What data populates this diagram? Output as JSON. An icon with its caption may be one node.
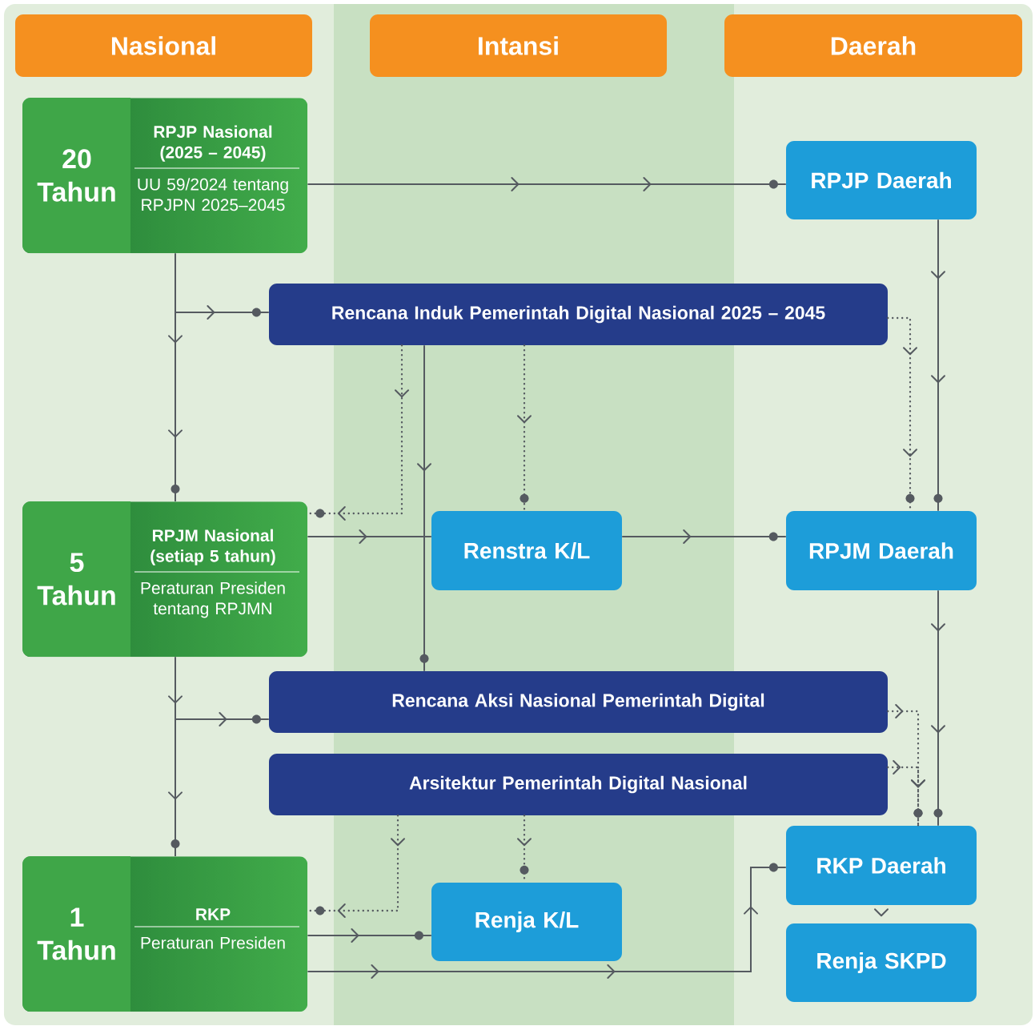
{
  "diagram": {
    "nodes": [
      {
        "text": [
          "Nasional"
        ]
      },
      {
        "text": [
          "Intansi"
        ]
      },
      {
        "text": [
          "Daerah"
        ]
      },
      {
        "text": [
          "20 Tahun",
          "RPJP Nasional (2025 – 2045)",
          "UU 59/2024 tentang RPJPN 2025–2045"
        ]
      },
      {
        "text": [
          "RPJP Daerah"
        ]
      },
      {
        "text": [
          "Rencana Induk Pemerintah Digital Nasional 2025 – 2045"
        ]
      },
      {
        "text": [
          "5 Tahun",
          "RPJM Nasional (setiap 5 tahun)",
          "Peraturan Presiden tentang RPJMN"
        ]
      },
      {
        "text": [
          "Renstra K/L"
        ]
      },
      {
        "text": [
          "RPJM Daerah"
        ]
      },
      {
        "text": [
          "Rencana Aksi Nasional Pemerintah Digital"
        ]
      },
      {
        "text": [
          "Arsitektur Pemerintah Digital Nasional"
        ]
      },
      {
        "text": [
          "1 Tahun",
          "RKP",
          "Peraturan Presiden"
        ]
      },
      {
        "text": [
          "RKP Daerah"
        ]
      },
      {
        "text": [
          "Renja K/L"
        ]
      },
      {
        "text": [
          "Renja SKPD"
        ]
      }
    ],
    "edges": [
      {
        "from": 3,
        "to": 4,
        "arrow": "to"
      },
      {
        "from": 3,
        "to": 6,
        "arrow": "to"
      },
      {
        "from": 3,
        "to": 5,
        "arrow": "to"
      },
      {
        "from": 4,
        "to": 8,
        "arrow": "to"
      },
      {
        "from": 5,
        "to": 8,
        "arrow": "to",
        "style": "dashed"
      },
      {
        "from": 5,
        "to": 6,
        "arrow": "to",
        "style": "dashed"
      },
      {
        "from": 5,
        "to": 9,
        "arrow": "to"
      },
      {
        "from": 5,
        "to": 7,
        "arrow": "to",
        "style": "dashed"
      },
      {
        "from": 6,
        "to": 7,
        "arrow": "to"
      },
      {
        "from": 7,
        "to": 8,
        "arrow": "to"
      },
      {
        "from": 6,
        "to": 11,
        "arrow": "to"
      },
      {
        "from": 6,
        "to": 9,
        "arrow": "to"
      },
      {
        "from": 8,
        "to": 12,
        "arrow": "to"
      },
      {
        "from": 9,
        "to": 12,
        "arrow": "to",
        "style": "dashed"
      },
      {
        "from": 10,
        "to": 12,
        "arrow": "to",
        "style": "dashed"
      },
      {
        "from": 10,
        "to": 11,
        "arrow": "to",
        "style": "dashed"
      },
      {
        "from": 10,
        "to": 13,
        "arrow": "to",
        "style": "dashed"
      },
      {
        "from": 11,
        "to": 13,
        "arrow": "to"
      },
      {
        "from": 11,
        "to": 12,
        "arrow": "to"
      },
      {
        "from": 12,
        "to": 14,
        "arrow": "to"
      }
    ]
  }
}
